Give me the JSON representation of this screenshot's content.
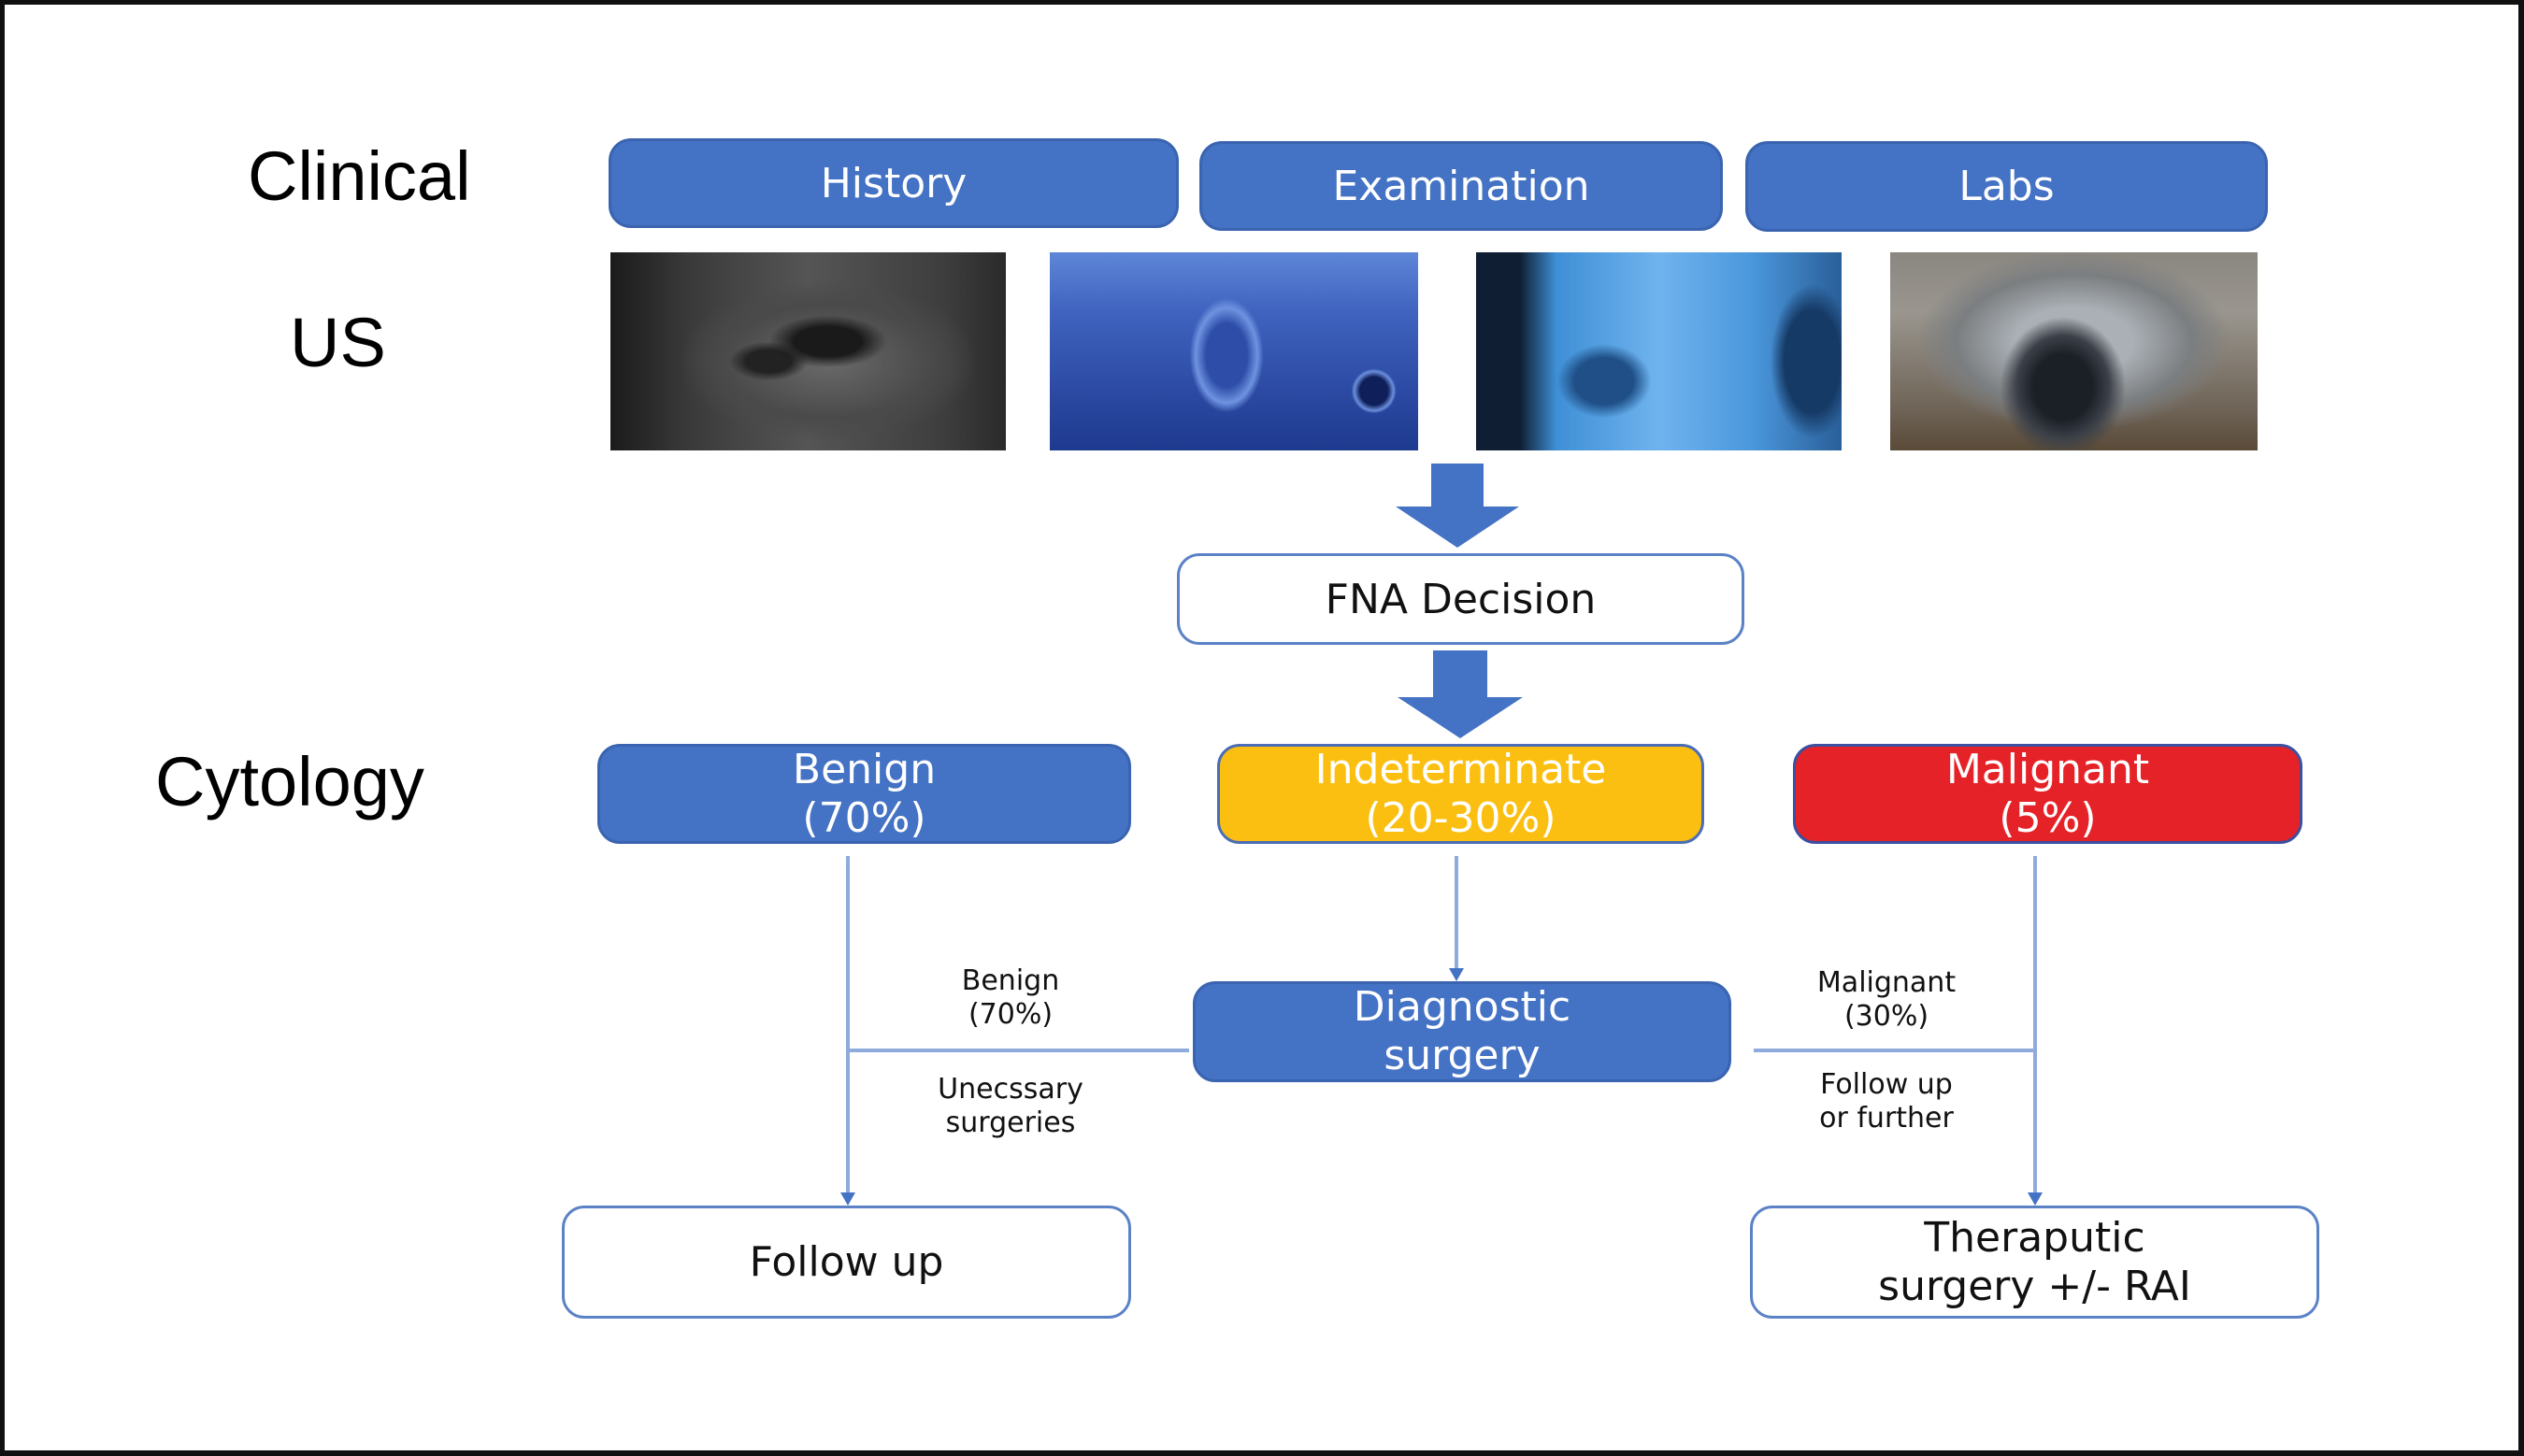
{
  "rows": {
    "clinical": "Clinical",
    "us": "US",
    "cytology": "Cytology"
  },
  "clinical_boxes": [
    {
      "label": "History"
    },
    {
      "label": "Examination"
    },
    {
      "label": "Labs"
    }
  ],
  "us_images": [
    {
      "name": "ultrasound-image-grayscale-nodule"
    },
    {
      "name": "ultrasound-image-blue-trachea"
    },
    {
      "name": "ultrasound-image-lightblue-lobe"
    },
    {
      "name": "ultrasound-image-sepia-nodule"
    }
  ],
  "fna": {
    "label": "FNA Decision"
  },
  "cytology_boxes": {
    "benign": {
      "label": "Benign\n(70%)",
      "color": "#4472C4"
    },
    "indeterminate": {
      "label": "Indeterminate\n(20-30%)",
      "color": "#FBBF12"
    },
    "malignant": {
      "label": "Malignant\n(5%)",
      "color": "#E52228"
    }
  },
  "diagnostic": {
    "label": "Diagnostic\nsurgery"
  },
  "side_labels": {
    "benign_result": "Benign\n(70%)",
    "unnecessary": "Unecssary\nsurgeries",
    "malignant_result": "Malignant\n(30%)",
    "followup_further": "Follow up\nor further"
  },
  "outcomes": {
    "follow_up": "Follow up",
    "therapeutic": "Theraputic\nsurgery +/- RAI"
  },
  "colors": {
    "primary_blue": "#4472C4",
    "connector": "#8FAADC"
  }
}
